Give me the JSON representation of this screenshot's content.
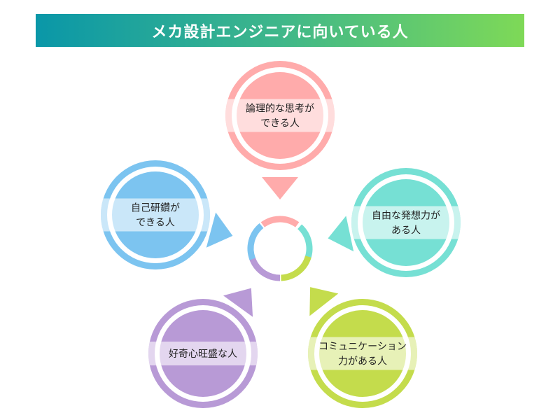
{
  "title": "メカ設計エンジニアに向いている人",
  "items": [
    {
      "id": "logical",
      "lines": [
        "論理的な思考が",
        "できる人"
      ],
      "color": "#ffabab"
    },
    {
      "id": "creative",
      "lines": [
        "自由な発想力が",
        "ある人"
      ],
      "color": "#76e0d4"
    },
    {
      "id": "communication",
      "lines": [
        "コミュニケーション",
        "力がある人"
      ],
      "color": "#c4dc4c"
    },
    {
      "id": "curious",
      "lines": [
        "好奇心旺盛な人"
      ],
      "color": "#b89ad6"
    },
    {
      "id": "self-study",
      "lines": [
        "自己研鑽が",
        "できる人"
      ],
      "color": "#7cc4f0"
    }
  ]
}
